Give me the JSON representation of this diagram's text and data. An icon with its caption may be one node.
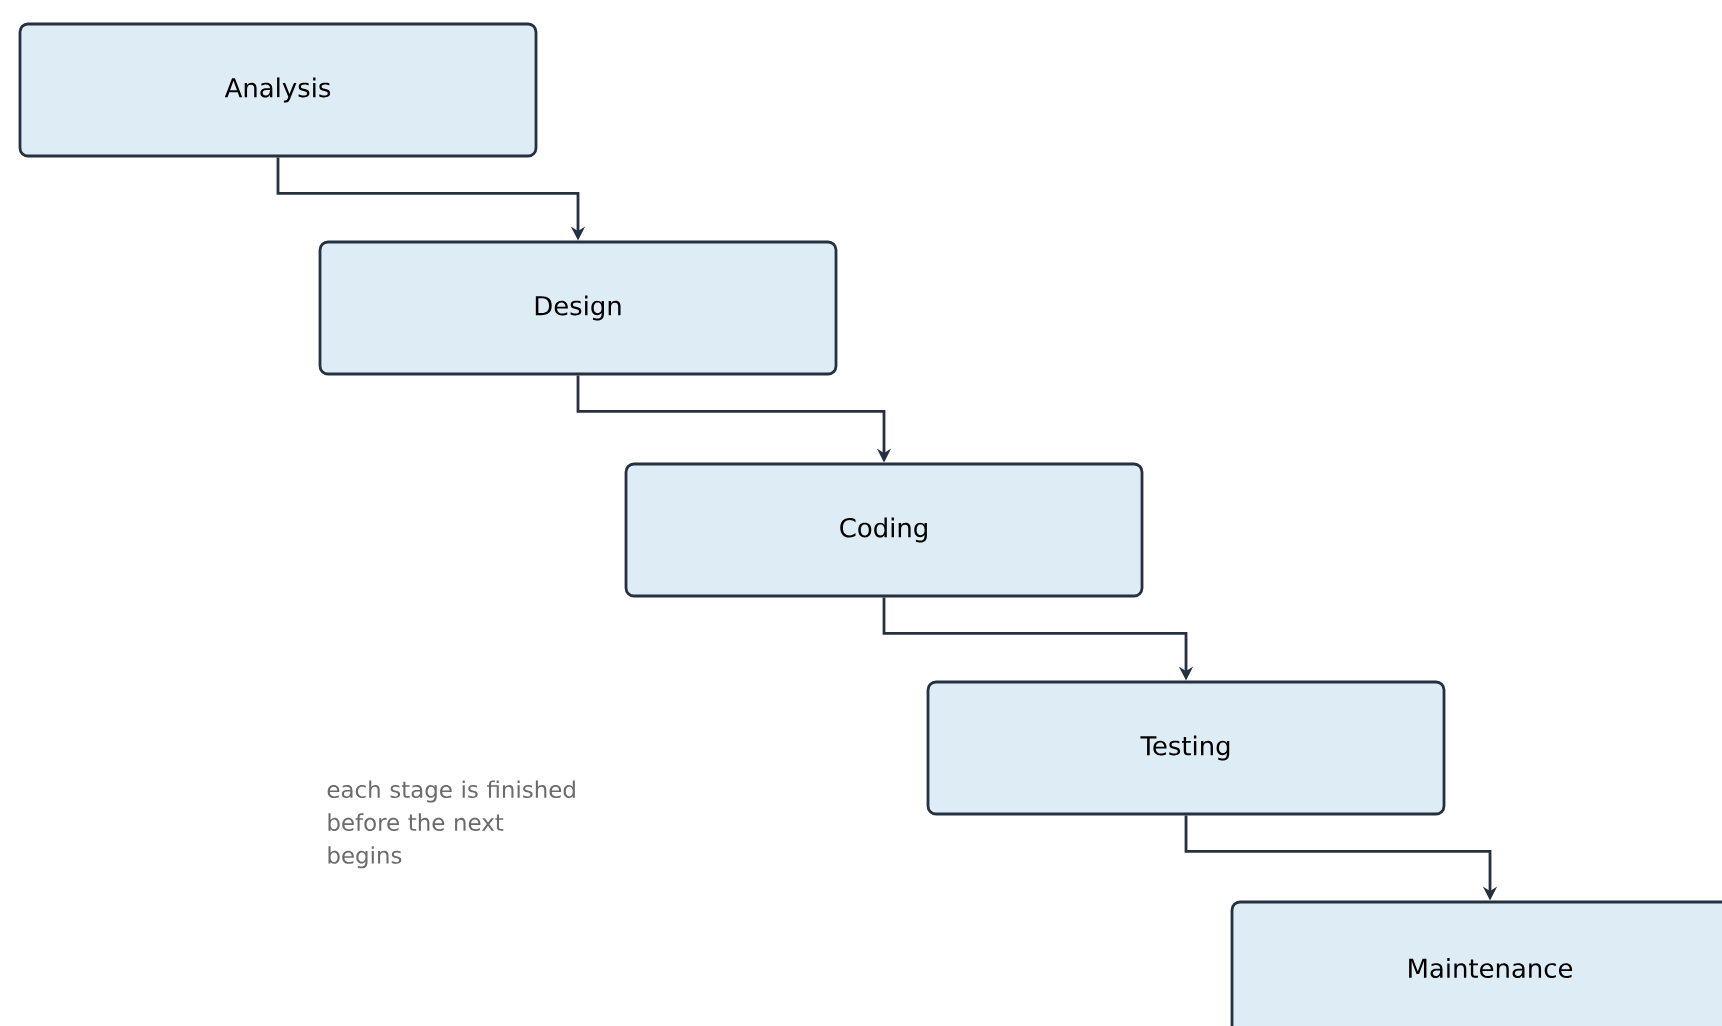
{
  "diagram": {
    "nodes": [
      {
        "text": [
          "Analysis"
        ]
      },
      {
        "text": [
          "Design"
        ]
      },
      {
        "text": [
          "Coding"
        ]
      },
      {
        "text": [
          "Testing"
        ]
      },
      {
        "text": [
          "Maintenance"
        ]
      }
    ],
    "edges": [
      {
        "from": 0,
        "to": 1,
        "arrow": "to"
      },
      {
        "from": 1,
        "to": 2,
        "arrow": "to"
      },
      {
        "from": 2,
        "to": 3,
        "arrow": "to"
      },
      {
        "from": 3,
        "to": 4,
        "arrow": "to"
      }
    ],
    "labels": [
      "each stage is finished before the next begins"
    ]
  }
}
